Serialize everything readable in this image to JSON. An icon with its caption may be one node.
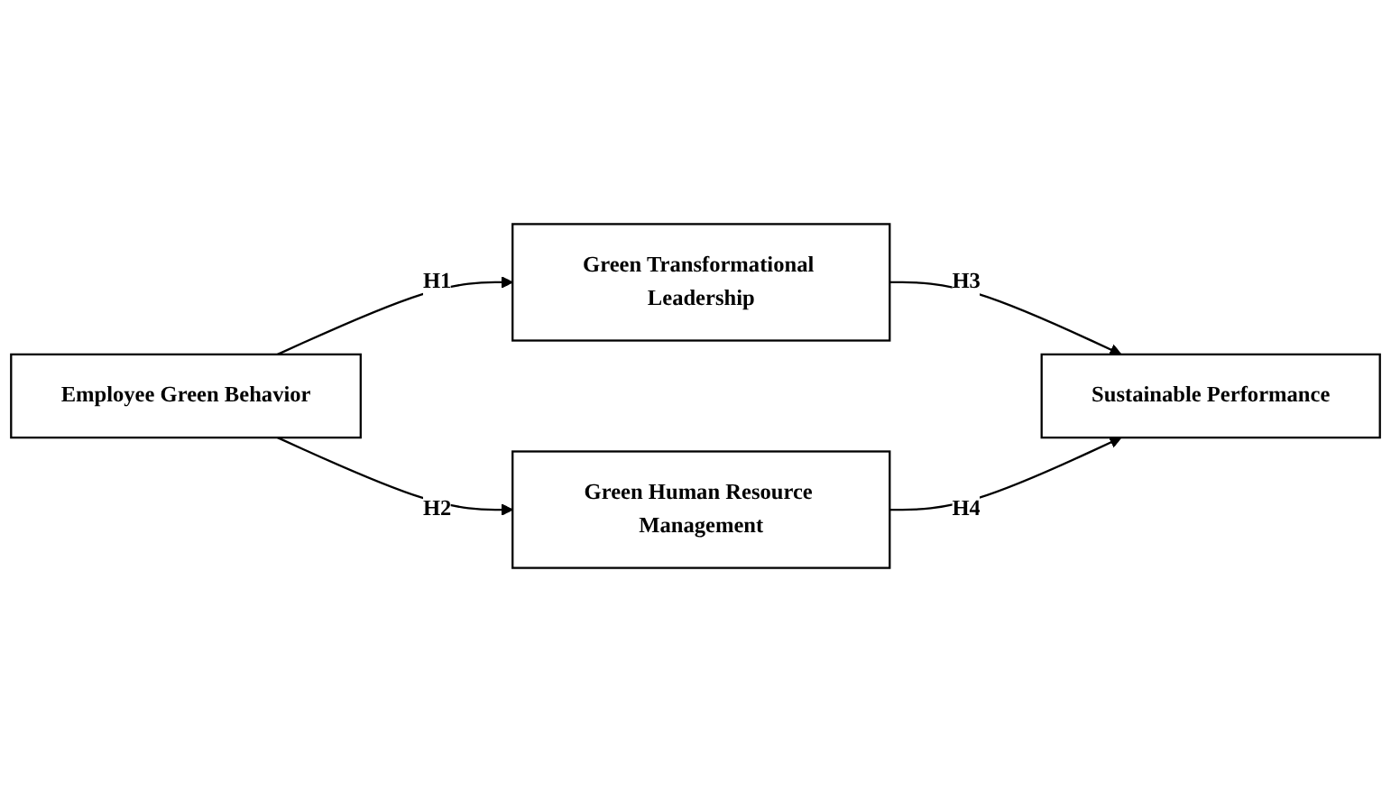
{
  "diagram": {
    "nodes": [
      {
        "text": [
          "Employee Green Behavior"
        ]
      },
      {
        "text": [
          "Green Transformational Leadership"
        ]
      },
      {
        "text": [
          "Green Human Resource Management"
        ]
      },
      {
        "text": [
          "Sustainable Performance"
        ]
      }
    ],
    "edges": [
      {
        "from": 0,
        "to": 1,
        "arrow": "to",
        "label": "H1"
      },
      {
        "from": 0,
        "to": 2,
        "arrow": "to",
        "label": "H2"
      },
      {
        "from": 1,
        "to": 3,
        "arrow": "to",
        "label": "H3"
      },
      {
        "from": 2,
        "to": 3,
        "arrow": "to",
        "label": "H4"
      }
    ]
  }
}
